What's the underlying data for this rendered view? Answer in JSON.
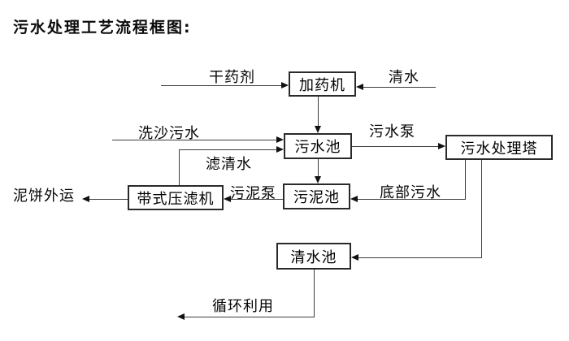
{
  "title": "污水处理工艺流程框图:",
  "diagram": {
    "nodes": {
      "dosing_machine": "加药机",
      "sewage_pool": "污水池",
      "treatment_tower": "污水处理塔",
      "belt_filter_press": "带式压滤机",
      "sludge_pool": "污泥池",
      "clean_water_pool": "清水池"
    },
    "flow_labels": {
      "dry_agent": "干药剂",
      "clean_water_in": "清水",
      "sand_washing_sewage": "洗沙污水",
      "filtered_water": "滤清水",
      "sewage_pump": "污水泵",
      "bottom_sewage": "底部污水",
      "sludge_pump": "污泥泵",
      "mud_cake_out": "泥饼外运",
      "recycle_use": "循环利用"
    },
    "edges": [
      {
        "from": "干药剂",
        "to": "加药机"
      },
      {
        "from": "清水",
        "to": "加药机"
      },
      {
        "from": "加药机",
        "to": "污水池"
      },
      {
        "from": "洗沙污水",
        "to": "污水池"
      },
      {
        "from": "带式压滤机",
        "to": "污水池",
        "label": "滤清水"
      },
      {
        "from": "污水池",
        "to": "污水处理塔",
        "label": "污水泵"
      },
      {
        "from": "污水处理塔",
        "to": "污泥池",
        "label": "底部污水"
      },
      {
        "from": "污水池",
        "to": "污泥池"
      },
      {
        "from": "污泥池",
        "to": "带式压滤机",
        "label": "污泥泵"
      },
      {
        "from": "带式压滤机",
        "to": "泥饼外运"
      },
      {
        "from": "污水处理塔",
        "to": "清水池"
      },
      {
        "from": "清水池",
        "to": "循环利用"
      }
    ],
    "colors": {
      "background": "#ffffff",
      "line": "#3d3d3d",
      "arrowhead": "#111111",
      "box_border": "#2a2a2a",
      "text": "#000000"
    }
  }
}
